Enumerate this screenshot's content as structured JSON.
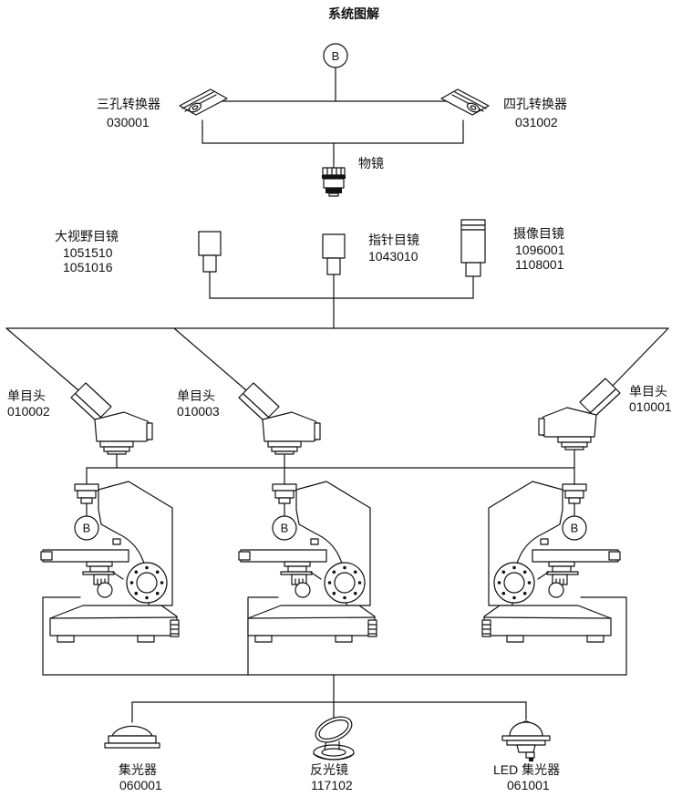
{
  "title": "系统图解",
  "b_label": "B",
  "colors": {
    "line": "#111111",
    "background": "#ffffff"
  },
  "parts": {
    "nosepiece3": {
      "name": "三孔转换器",
      "code1": "030001"
    },
    "nosepiece4": {
      "name": "四孔转换器",
      "code1": "031002"
    },
    "objective": {
      "name": "物镜"
    },
    "wf_eyepiece": {
      "name": "大视野目镜",
      "code1": "1051510",
      "code2": "1051016"
    },
    "pointer_eyepiece": {
      "name": "指针目镜",
      "code1": "1043010"
    },
    "camera_eyepiece": {
      "name": "摄像目镜",
      "code1": "1096001",
      "code2": "1108001"
    },
    "mono_head_left": {
      "name": "单目头",
      "code1": "010002"
    },
    "mono_head_center": {
      "name": "单目头",
      "code1": "010003"
    },
    "mono_head_right": {
      "name": "单目头",
      "code1": "010001"
    },
    "condenser": {
      "name": "集光器",
      "code1": "060001"
    },
    "mirror": {
      "name": "反光镜",
      "code1": "117102"
    },
    "led_condenser": {
      "name": "LED 集光器",
      "code1": "061001"
    }
  }
}
